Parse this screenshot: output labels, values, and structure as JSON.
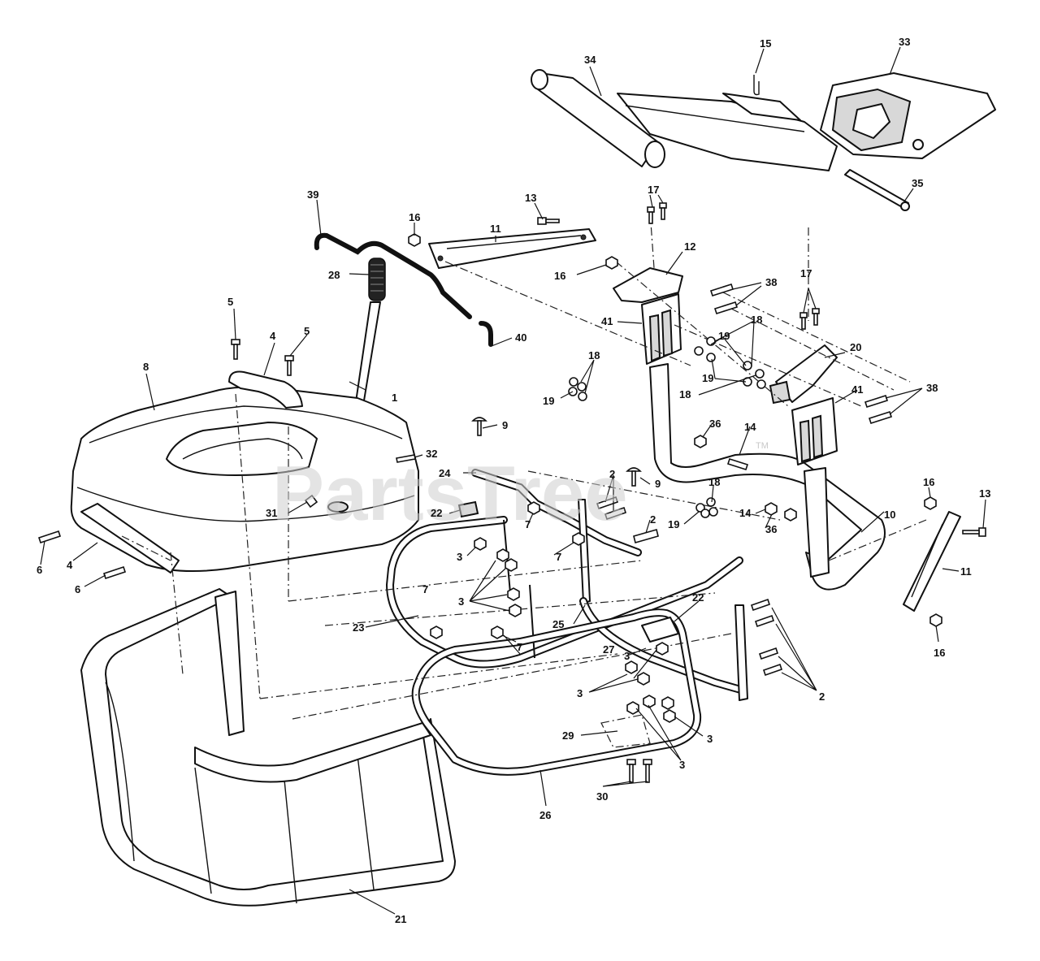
{
  "watermark": {
    "text": "PartsTree",
    "trademark": "TM"
  },
  "callouts": [
    {
      "id": "c-34",
      "label": "34"
    },
    {
      "id": "c-15",
      "label": "15"
    },
    {
      "id": "c-33",
      "label": "33"
    },
    {
      "id": "c-35",
      "label": "35"
    },
    {
      "id": "c-39",
      "label": "39"
    },
    {
      "id": "c-13a",
      "label": "13"
    },
    {
      "id": "c-16a",
      "label": "16"
    },
    {
      "id": "c-11a",
      "label": "11"
    },
    {
      "id": "c-17a",
      "label": "17"
    },
    {
      "id": "c-12",
      "label": "12"
    },
    {
      "id": "c-28",
      "label": "28"
    },
    {
      "id": "c-16b",
      "label": "16"
    },
    {
      "id": "c-38a",
      "label": "38"
    },
    {
      "id": "c-5a",
      "label": "5"
    },
    {
      "id": "c-17b",
      "label": "17"
    },
    {
      "id": "c-41a",
      "label": "41"
    },
    {
      "id": "c-18a",
      "label": "18"
    },
    {
      "id": "c-5b",
      "label": "5"
    },
    {
      "id": "c-4a",
      "label": "4"
    },
    {
      "id": "c-40",
      "label": "40"
    },
    {
      "id": "c-19a",
      "label": "19"
    },
    {
      "id": "c-8",
      "label": "8"
    },
    {
      "id": "c-18b",
      "label": "18"
    },
    {
      "id": "c-20",
      "label": "20"
    },
    {
      "id": "c-1",
      "label": "1"
    },
    {
      "id": "c-19b",
      "label": "19"
    },
    {
      "id": "c-18c",
      "label": "18"
    },
    {
      "id": "c-19c",
      "label": "19"
    },
    {
      "id": "c-38b",
      "label": "38"
    },
    {
      "id": "c-41b",
      "label": "41"
    },
    {
      "id": "c-9a",
      "label": "9"
    },
    {
      "id": "c-36a",
      "label": "36"
    },
    {
      "id": "c-14a",
      "label": "14"
    },
    {
      "id": "c-32",
      "label": "32"
    },
    {
      "id": "c-24",
      "label": "24"
    },
    {
      "id": "c-2a",
      "label": "2"
    },
    {
      "id": "c-9b",
      "label": "9"
    },
    {
      "id": "c-16c",
      "label": "16"
    },
    {
      "id": "c-18d",
      "label": "18"
    },
    {
      "id": "c-13b",
      "label": "13"
    },
    {
      "id": "c-31",
      "label": "31"
    },
    {
      "id": "c-22a",
      "label": "22"
    },
    {
      "id": "c-7a",
      "label": "7"
    },
    {
      "id": "c-19d",
      "label": "19"
    },
    {
      "id": "c-14b",
      "label": "14"
    },
    {
      "id": "c-2b",
      "label": "2"
    },
    {
      "id": "c-10",
      "label": "10"
    },
    {
      "id": "c-36b",
      "label": "36"
    },
    {
      "id": "c-6a",
      "label": "6"
    },
    {
      "id": "c-4b",
      "label": "4"
    },
    {
      "id": "c-3a",
      "label": "3"
    },
    {
      "id": "c-7b",
      "label": "7"
    },
    {
      "id": "c-11b",
      "label": "11"
    },
    {
      "id": "c-6b",
      "label": "6"
    },
    {
      "id": "c-3b",
      "label": "3"
    },
    {
      "id": "c-7c",
      "label": "7"
    },
    {
      "id": "c-22b",
      "label": "22"
    },
    {
      "id": "c-23",
      "label": "23"
    },
    {
      "id": "c-25",
      "label": "25"
    },
    {
      "id": "c-27",
      "label": "27"
    },
    {
      "id": "c-7d",
      "label": "7"
    },
    {
      "id": "c-3c",
      "label": "3"
    },
    {
      "id": "c-16d",
      "label": "16"
    },
    {
      "id": "c-3d",
      "label": "3"
    },
    {
      "id": "c-2c",
      "label": "2"
    },
    {
      "id": "c-29",
      "label": "29"
    },
    {
      "id": "c-3e",
      "label": "3"
    },
    {
      "id": "c-3f",
      "label": "3"
    },
    {
      "id": "c-26",
      "label": "26"
    },
    {
      "id": "c-30",
      "label": "30"
    },
    {
      "id": "c-21",
      "label": "21"
    }
  ]
}
